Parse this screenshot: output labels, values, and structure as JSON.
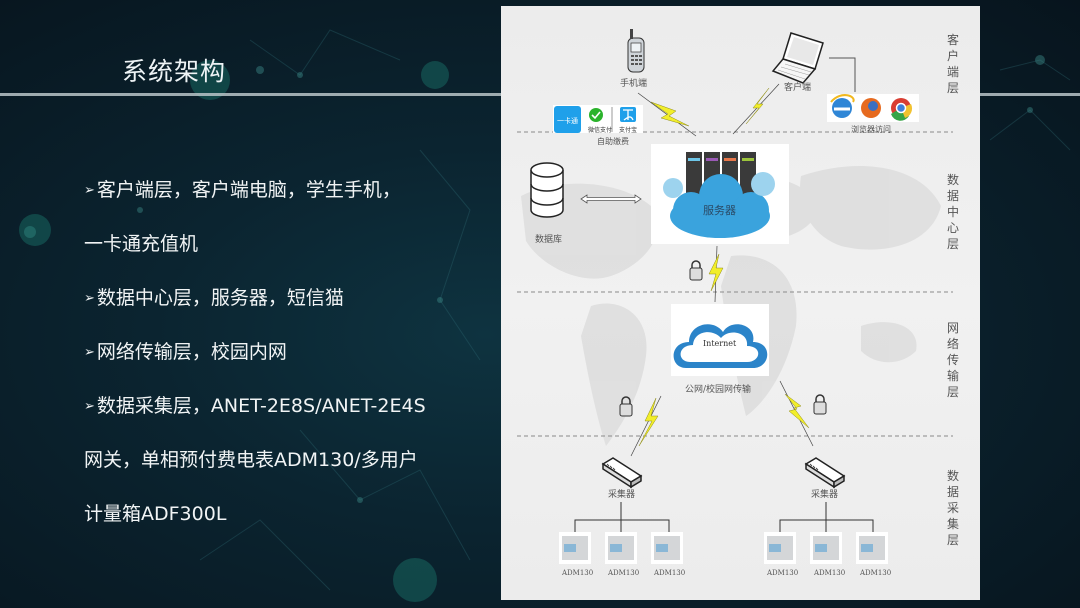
{
  "slide": {
    "title": "系统架构",
    "bullets": [
      {
        "marker": "➢",
        "text": "客户端层，客户端电脑，学生手机，"
      },
      {
        "marker": "",
        "text": "一卡通充值机"
      },
      {
        "marker": "➢",
        "text": "数据中心层，服务器，短信猫"
      },
      {
        "marker": "➢",
        "text": "网络传输层，校园内网"
      },
      {
        "marker": "➢",
        "text": "数据采集层，ANET-2E8S/ANET-2E4S"
      },
      {
        "marker": "",
        "text": "网关，单相预付费电表ADM130/多用户"
      },
      {
        "marker": "",
        "text": "计量箱ADF300L"
      }
    ]
  },
  "diagram": {
    "layers": {
      "client": "客户端层",
      "datacenter": "数据中心层",
      "network": "网络传输层",
      "collection": "数据采集层"
    },
    "client": {
      "phone_label": "手机端",
      "pc_label": "客户端",
      "browser_label": "浏览器访问",
      "browsers": [
        "ie-icon",
        "firefox-icon",
        "chrome-icon"
      ],
      "payment_label": "自助缴费",
      "payments": {
        "card": "一卡通",
        "wechat": "微信支付",
        "alipay": "支付宝"
      }
    },
    "datacenter": {
      "server_label": "服务器",
      "database_label": "数据库",
      "server_led_colors": [
        "#6ec6e8",
        "#9a59b5",
        "#e8774a",
        "#9cc43c"
      ]
    },
    "network": {
      "cloud_label": "Internet",
      "caption": "公网/校园网传输"
    },
    "collection": {
      "collectors": [
        {
          "label": "采集器",
          "meters": [
            "ADM130",
            "ADM130",
            "ADM130"
          ]
        },
        {
          "label": "采集器",
          "meters": [
            "ADM130",
            "ADM130",
            "ADM130"
          ]
        }
      ]
    },
    "colors": {
      "lightning": "#f2ee2a",
      "cloud": "#3aa3dd",
      "dash": "#8a8a8a",
      "payment_blue": "#1fa0ea",
      "wechat_green": "#2bb32c"
    }
  }
}
